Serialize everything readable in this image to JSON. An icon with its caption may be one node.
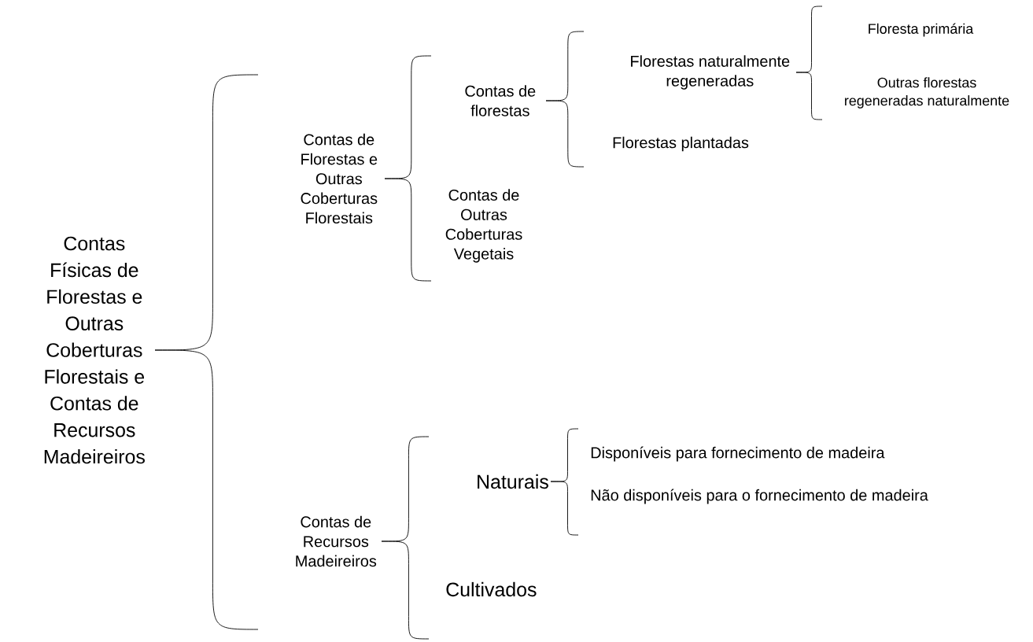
{
  "diagram": {
    "nodes": [
      {
        "text": [
          "Contas Físicas de Florestas e Outras Coberturas Florestais e Contas de Recursos Madeireiros"
        ]
      },
      {
        "text": [
          "Contas de Florestas e Outras Coberturas Florestais"
        ]
      },
      {
        "text": [
          "Contas de florestas"
        ]
      },
      {
        "text": [
          "Florestas naturalmente regeneradas"
        ]
      },
      {
        "text": [
          "Floresta primária"
        ]
      },
      {
        "text": [
          "Outras florestas regeneradas naturalmente"
        ]
      },
      {
        "text": [
          "Florestas plantadas"
        ]
      },
      {
        "text": [
          "Contas de Outras Coberturas Vegetais"
        ]
      },
      {
        "text": [
          "Contas de Recursos Madeireiros"
        ]
      },
      {
        "text": [
          "Naturais"
        ]
      },
      {
        "text": [
          "Disponíveis para fornecimento de madeira"
        ]
      },
      {
        "text": [
          "Não disponíveis para o fornecimento de madeira"
        ]
      },
      {
        "text": [
          "Cultivados"
        ]
      }
    ],
    "edges": [
      {
        "from": 0,
        "to": 1,
        "arrow": "none"
      },
      {
        "from": 0,
        "to": 8,
        "arrow": "none"
      },
      {
        "from": 1,
        "to": 2,
        "arrow": "none"
      },
      {
        "from": 1,
        "to": 7,
        "arrow": "none"
      },
      {
        "from": 2,
        "to": 3,
        "arrow": "none"
      },
      {
        "from": 2,
        "to": 6,
        "arrow": "none"
      },
      {
        "from": 3,
        "to": 4,
        "arrow": "none"
      },
      {
        "from": 3,
        "to": 5,
        "arrow": "none"
      },
      {
        "from": 8,
        "to": 9,
        "arrow": "none"
      },
      {
        "from": 8,
        "to": 12,
        "arrow": "none"
      },
      {
        "from": 9,
        "to": 10,
        "arrow": "none"
      },
      {
        "from": 9,
        "to": 11,
        "arrow": "none"
      }
    ]
  }
}
